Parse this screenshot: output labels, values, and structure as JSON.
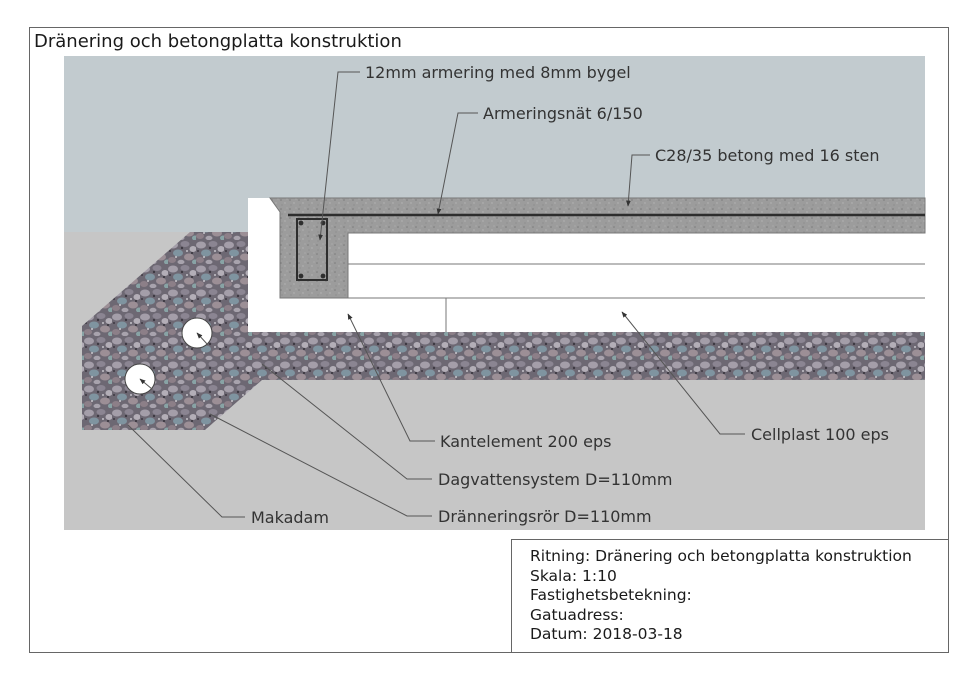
{
  "title": "Dränering och betongplatta konstruktion",
  "labels": {
    "armering": "12mm armering med 8mm bygel",
    "nat": "Armeringsnät 6/150",
    "betong": "C28/35 betong med 16 sten",
    "kantelement": "Kantelement 200 eps",
    "cellplast": "Cellplast 100 eps",
    "dagvatten": "Dagvattensystem D=110mm",
    "dranering": "Dränneringsrör D=110mm",
    "makadam": "Makadam"
  },
  "title_block": {
    "ritning": "Ritning: Dränering och betongplatta konstruktion",
    "skala": "Skala: 1:10",
    "fastighet": "Fastighetsbetekning:",
    "gatuadress": "Gatuadress:",
    "datum": "Datum: 2018-03-18"
  },
  "colors": {
    "sky": "#c2cbcf",
    "ground": "#c6c6c6",
    "concrete": "#9d9d9d",
    "insulation": "#ffffff",
    "gravel": "#6b6672",
    "leader": "#555555"
  }
}
